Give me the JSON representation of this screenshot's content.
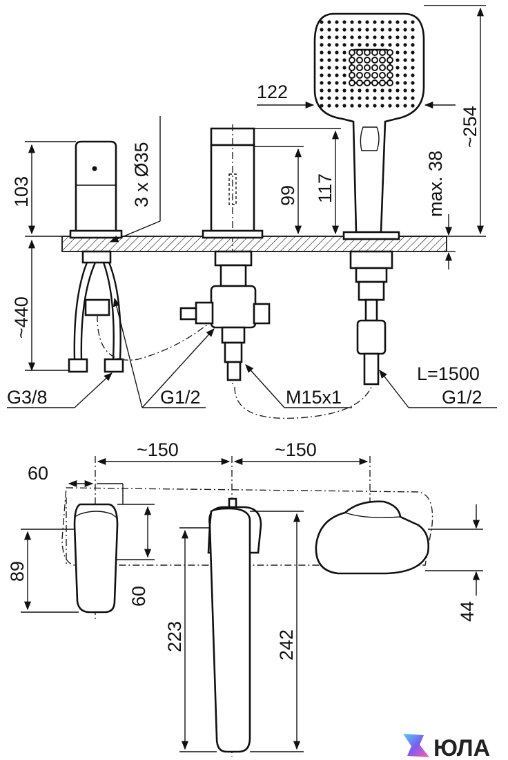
{
  "diagram": {
    "top_view_labels": {
      "handle_height": "103",
      "hole_spec": "3 x Ø35",
      "spout_height_99": "99",
      "spout_height_117": "117",
      "shower_width": "122",
      "shower_height": "~254",
      "max_38": "max. 38",
      "hose_depth": "~440"
    },
    "callouts": {
      "g38": "G3/8",
      "g12_left": "G1/2",
      "m15": "M15x1",
      "l1500": "L=1500",
      "g12_right": "G1/2"
    },
    "plan_view_labels": {
      "spacing_left": "~150",
      "spacing_right": "~150",
      "width_60": "60",
      "depth_89": "89",
      "depth_60": "60",
      "depth_223": "223",
      "depth_242": "242",
      "depth_44": "44"
    }
  },
  "logo": {
    "text": "ЮЛА"
  },
  "colors": {
    "line": "#111111",
    "logo_gradient_start": "#4fd2f5",
    "logo_gradient_mid": "#7a5cf0",
    "logo_gradient_end": "#ff5fb0"
  }
}
